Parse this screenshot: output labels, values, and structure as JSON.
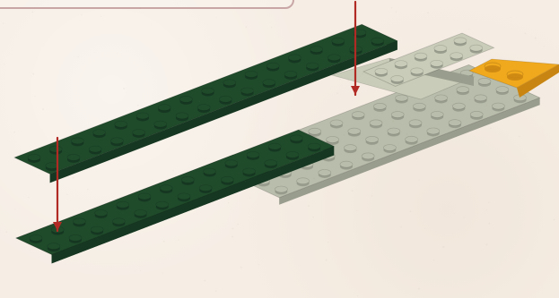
{
  "scene": {
    "colors": {
      "background": "#f6eee5",
      "callout_border": "#c9a6a6",
      "dark_green": "#1f4b2b",
      "dark_green_side": "#163822",
      "light_gray": "#b9bdab",
      "light_gray_side": "#999d8d",
      "light_gray_top": "#c8ccb8",
      "yellow": "#f0a81d",
      "yellow_side": "#c98512",
      "arrow": "#b22a24"
    },
    "parts": [
      "dark-green-plate-upper",
      "dark-green-plate-lower",
      "light-gray-base-plate",
      "light-gray-step-plate",
      "yellow-wedge-plate"
    ],
    "arrows": 2
  }
}
